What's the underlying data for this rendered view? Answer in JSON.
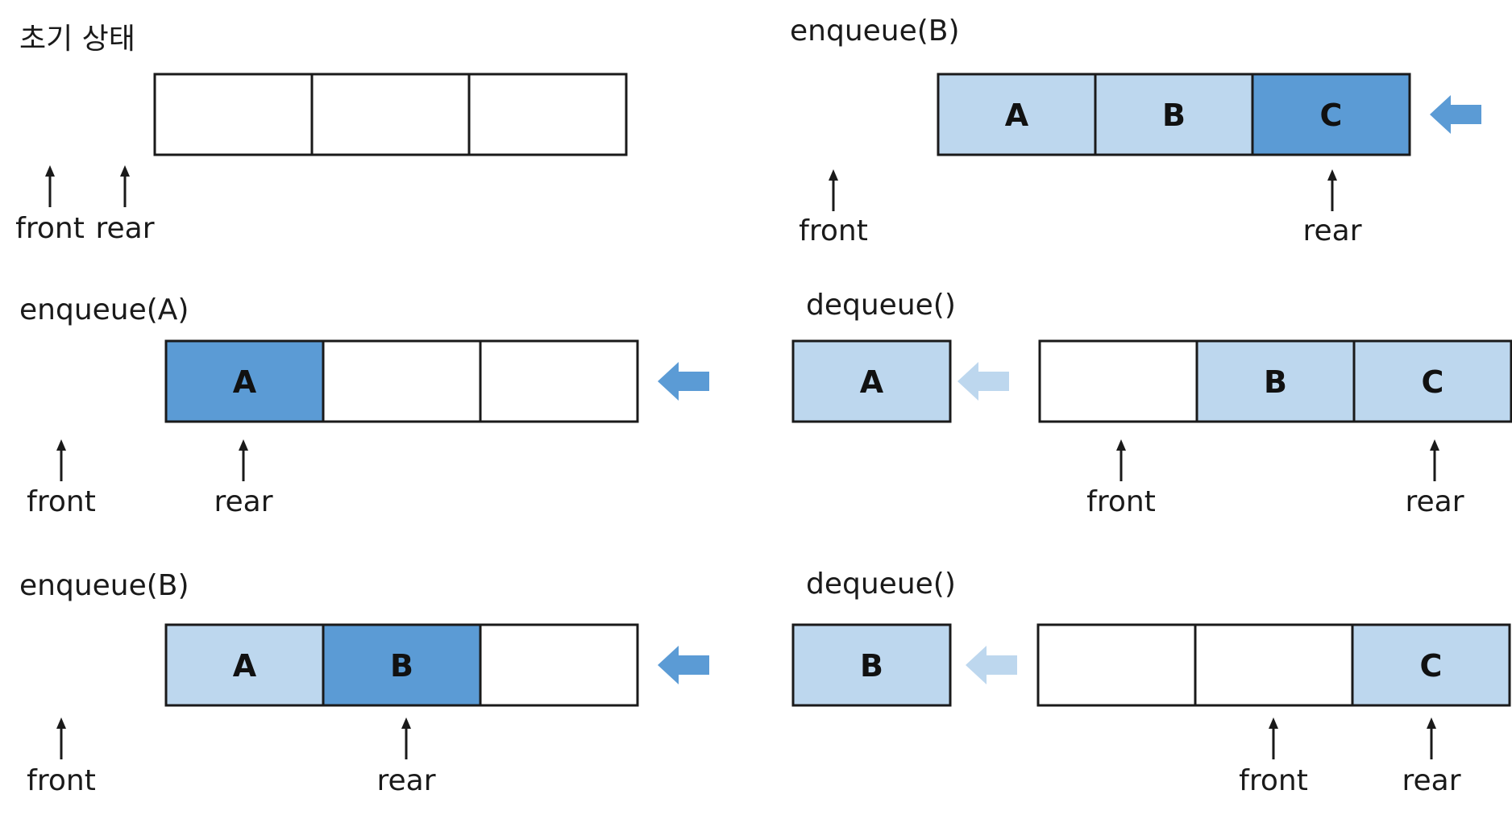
{
  "colors": {
    "border": "#1a1a1a",
    "empty": "#ffffff",
    "filled": "#bdd7ee",
    "active": "#5b9bd5",
    "arrow_strong": "#5b9bd5",
    "arrow_light": "#bdd7ee"
  },
  "panels": [
    {
      "id": "initial",
      "title": "초기 상태",
      "queue": [
        {
          "label": "",
          "state": "empty"
        },
        {
          "label": "",
          "state": "empty"
        },
        {
          "label": "",
          "state": "empty"
        }
      ],
      "pointers": [
        {
          "label": "front",
          "slot": -1
        },
        {
          "label": "rear",
          "slot": -1
        }
      ],
      "enqueue_arrow": false
    },
    {
      "id": "enqueue-a",
      "title": "enqueue(A)",
      "queue": [
        {
          "label": "A",
          "state": "active"
        },
        {
          "label": "",
          "state": "empty"
        },
        {
          "label": "",
          "state": "empty"
        }
      ],
      "pointers": [
        {
          "label": "front",
          "slot": -1
        },
        {
          "label": "rear",
          "slot": 0
        }
      ],
      "enqueue_arrow": true
    },
    {
      "id": "enqueue-b-1",
      "title": "enqueue(B)",
      "queue": [
        {
          "label": "A",
          "state": "filled"
        },
        {
          "label": "B",
          "state": "active"
        },
        {
          "label": "",
          "state": "empty"
        }
      ],
      "pointers": [
        {
          "label": "front",
          "slot": -1
        },
        {
          "label": "rear",
          "slot": 1
        }
      ],
      "enqueue_arrow": true
    },
    {
      "id": "enqueue-b-2",
      "title": "enqueue(B)",
      "queue": [
        {
          "label": "A",
          "state": "filled"
        },
        {
          "label": "B",
          "state": "filled"
        },
        {
          "label": "C",
          "state": "active"
        }
      ],
      "pointers": [
        {
          "label": "front",
          "slot": -1
        },
        {
          "label": "rear",
          "slot": 2
        }
      ],
      "enqueue_arrow": true
    },
    {
      "id": "dequeue-1",
      "title": "dequeue()",
      "removed": "A",
      "queue": [
        {
          "label": "",
          "state": "empty"
        },
        {
          "label": "B",
          "state": "filled"
        },
        {
          "label": "C",
          "state": "filled"
        }
      ],
      "pointers": [
        {
          "label": "front",
          "slot": 0
        },
        {
          "label": "rear",
          "slot": 2
        }
      ],
      "enqueue_arrow": false
    },
    {
      "id": "dequeue-2",
      "title": "dequeue()",
      "removed": "B",
      "queue": [
        {
          "label": "",
          "state": "empty"
        },
        {
          "label": "",
          "state": "empty"
        },
        {
          "label": "C",
          "state": "filled"
        }
      ],
      "pointers": [
        {
          "label": "front",
          "slot": 1
        },
        {
          "label": "rear",
          "slot": 2
        }
      ],
      "enqueue_arrow": false
    }
  ]
}
